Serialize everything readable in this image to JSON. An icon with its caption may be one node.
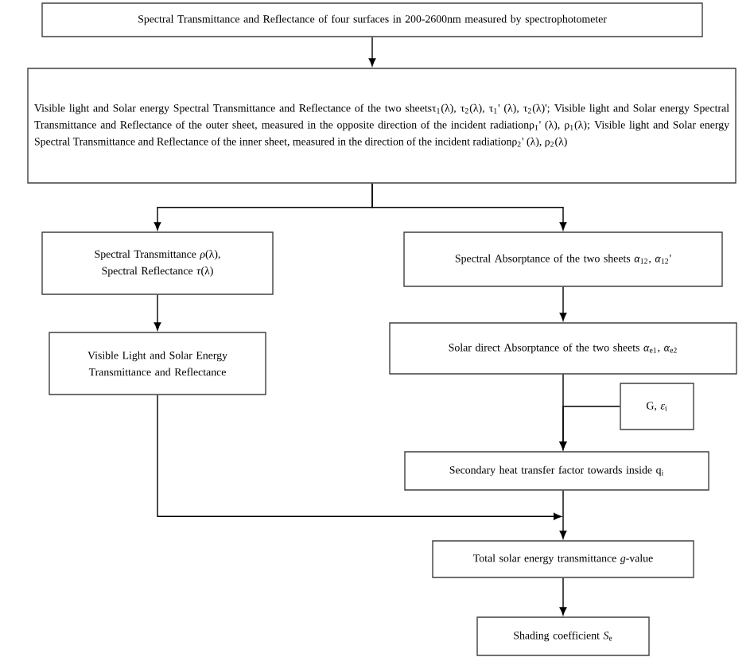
{
  "diagram": {
    "nodes": [
      {
        "text": [
          "Spectral Transmittance and Reflectance of four surfaces in 200-2600nm measured by spectrophotometer"
        ]
      },
      {
        "text": [
          "Visible light and Solar energy Spectral Transmittance and Reflectance of the two sheetsτ$_{1}$(λ), τ$_{2}$(λ), τ$_{1}$' (λ), τ$_{2}$(λ)'; Visible light and Solar energy Spectral Transmittance and Reflectance of the outer sheet, measured in the opposite direction of the incident radiationρ$_{1}$' (λ), ρ$_{1}$(λ); Visible light and Solar energy Spectral Transmittance and Reflectance of the inner sheet, measured in the direction of the incident radiationρ$_{2}$' (λ), ρ$_{2}$(λ)"
        ]
      },
      {
        "text": [
          "Spectral Transmittance *ρ*(λ), Spectral Reflectance *τ*(λ)"
        ]
      },
      {
        "text": [
          "Spectral Absorptance of the two sheets *α*$_{12}$, *α*$_{12}$'"
        ]
      },
      {
        "text": [
          "Visible Light and Solar Energy Transmittance and Reflectance"
        ]
      },
      {
        "text": [
          "Solar direct Absorptance of the two sheets *α*$_{e1}$, *α*$_{e2}$"
        ]
      },
      {
        "text": [
          "G, *ε*$_{i}$"
        ]
      },
      {
        "text": [
          "Secondary heat transfer factor towards inside q$_{i}$"
        ]
      },
      {
        "text": [
          "Total solar energy transmittance *g*-value"
        ]
      },
      {
        "text": [
          "Shading coefficient *S*$_{e}$"
        ]
      }
    ],
    "edges": [
      {
        "from": 0,
        "to": 1,
        "arrow": "to"
      },
      {
        "from": 1,
        "to": 2,
        "arrow": "to"
      },
      {
        "from": 1,
        "to": 3,
        "arrow": "to"
      },
      {
        "from": 2,
        "to": 4,
        "arrow": "to"
      },
      {
        "from": 3,
        "to": 5,
        "arrow": "to"
      },
      {
        "from": 5,
        "to": 7,
        "arrow": "to"
      },
      {
        "from": 6,
        "to": 7,
        "arrow": "to"
      },
      {
        "from": 7,
        "to": 8,
        "arrow": "to"
      },
      {
        "from": 4,
        "to": 8,
        "arrow": "to"
      },
      {
        "from": 8,
        "to": 9,
        "arrow": "to"
      }
    ]
  }
}
